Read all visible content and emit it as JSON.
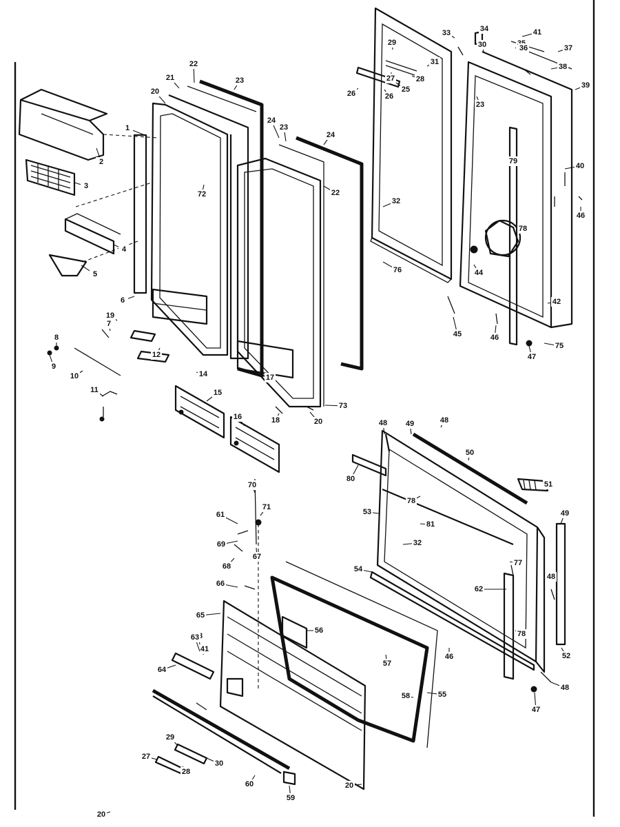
{
  "diagram": {
    "callouts": [
      "1",
      "2",
      "3",
      "4",
      "5",
      "6",
      "7",
      "8",
      "9",
      "10",
      "11",
      "12",
      "14",
      "15",
      "16",
      "17",
      "18",
      "19",
      "20",
      "20",
      "20",
      "20",
      "21",
      "22",
      "22",
      "23",
      "23",
      "23",
      "24",
      "24",
      "25",
      "26",
      "26",
      "27",
      "27",
      "28",
      "28",
      "29",
      "29",
      "30",
      "30",
      "31",
      "32",
      "32",
      "33",
      "34",
      "35",
      "36",
      "37",
      "38",
      "39",
      "40",
      "41",
      "41",
      "42",
      "43",
      "44",
      "45",
      "46",
      "46",
      "46",
      "47",
      "47",
      "48",
      "48",
      "48",
      "48",
      "49",
      "49",
      "50",
      "51",
      "52",
      "53",
      "54",
      "55",
      "56",
      "57",
      "58",
      "59",
      "60",
      "61",
      "62",
      "63",
      "64",
      "65",
      "66",
      "67",
      "68",
      "69",
      "70",
      "71",
      "72",
      "73",
      "75",
      "76",
      "77",
      "78",
      "78",
      "78",
      "79",
      "80",
      "81"
    ]
  }
}
